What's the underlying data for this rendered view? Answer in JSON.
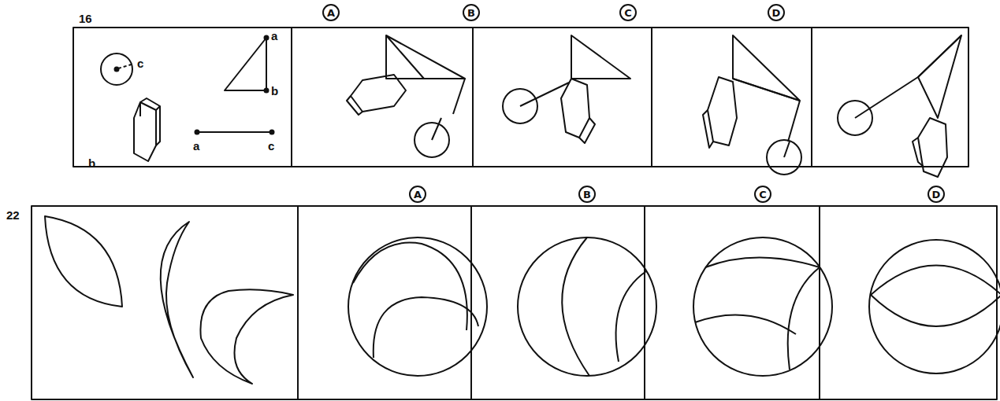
{
  "diagram": {
    "nodes": [
      {
        "text": [
          "A"
        ]
      },
      {
        "text": [
          "B"
        ]
      },
      {
        "text": [
          "C"
        ]
      },
      {
        "text": [
          "D"
        ]
      },
      {
        "text": [
          "A"
        ]
      },
      {
        "text": [
          "B"
        ]
      },
      {
        "text": [
          "C"
        ]
      },
      {
        "text": [
          "D"
        ]
      }
    ],
    "labels": [
      "16",
      "c",
      "b",
      "a",
      "b",
      "a",
      "c",
      "22"
    ]
  }
}
